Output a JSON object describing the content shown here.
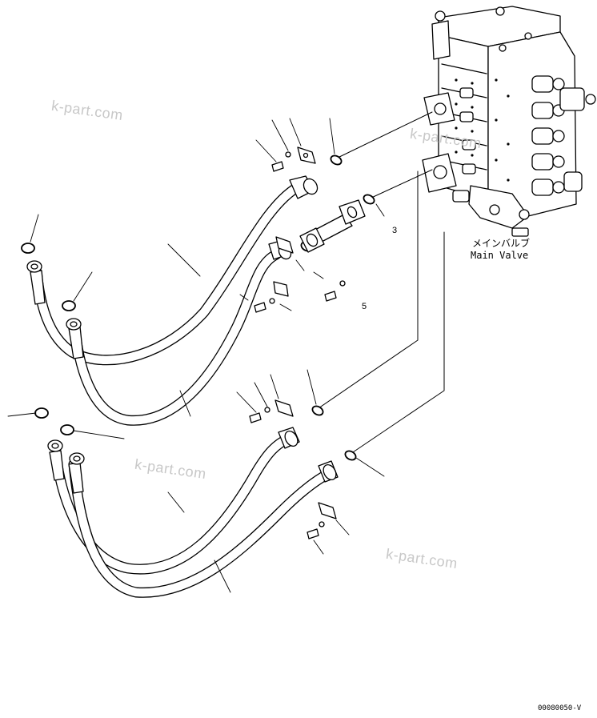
{
  "valve_label": {
    "jp": "メインバルブ",
    "en": "Main Valve"
  },
  "watermarks": [
    "k-part.com",
    "k-part.com",
    "k-part.com",
    "k-part.com"
  ],
  "part_numbers": [
    "3",
    "5"
  ],
  "drawing_code": "00080050-V"
}
